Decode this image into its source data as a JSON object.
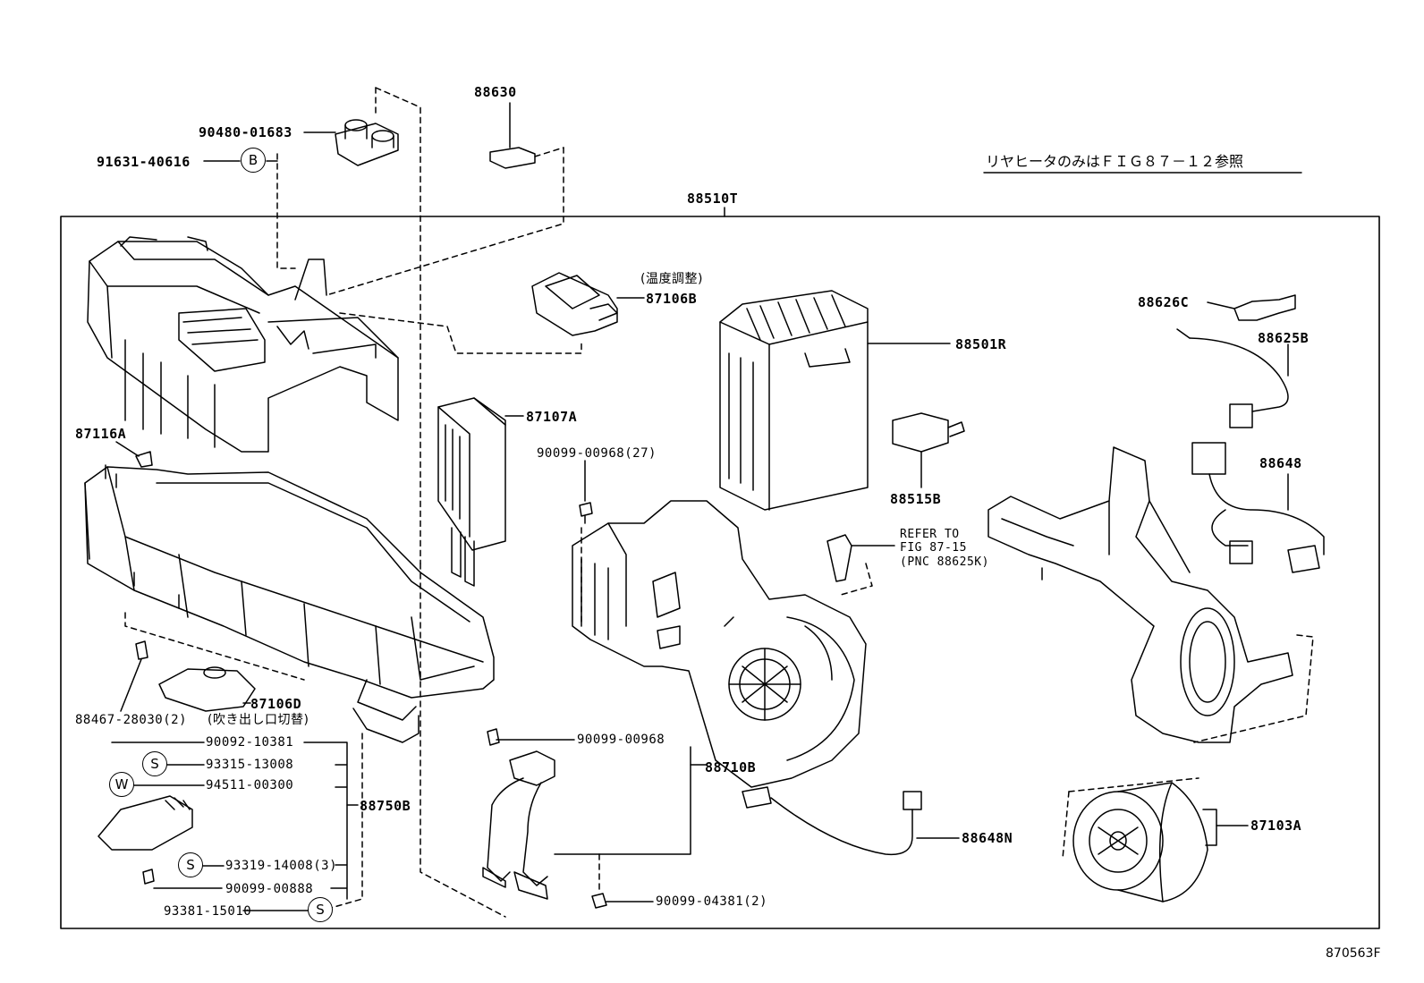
{
  "labels": {
    "p90480": "90480-01683",
    "p91631": "91631-40616",
    "p88630": "88630",
    "p88510T": "88510T",
    "temp_adj": "(温度調整)",
    "p87106B": "87106B",
    "p87107A": "87107A",
    "p87116A": "87116A",
    "p90099_00968_27": "90099-00968(27)",
    "p88501R": "88501R",
    "p88626C": "88626C",
    "p88625B": "88625B",
    "p88515B": "88515B",
    "refer1": "REFER TO",
    "refer2": "FIG 87-15",
    "refer3": "(PNC 88625K)",
    "p88648": "88648",
    "p88467": "88467-28030(2)",
    "outlet_switch": "(吹き出し口切替)",
    "p87106D": "87106D",
    "p90092": "90092-10381",
    "p93315": "93315-13008",
    "p94511": "94511-00300",
    "p88750B": "88750B",
    "p93319": "93319-14008(3)",
    "p90099_00888": "90099-00888",
    "p93381": "93381-15010",
    "p90099_00968": "90099-00968",
    "p88710B": "88710B",
    "p88648N": "88648N",
    "p87103A": "87103A",
    "p90099_04381": "90099-04381(2)"
  },
  "symbols": {
    "b": "B",
    "w": "W",
    "s": "S"
  },
  "note": "リヤヒータのみはＦＩＧ８７－１２参照",
  "figure_id": "870563F"
}
